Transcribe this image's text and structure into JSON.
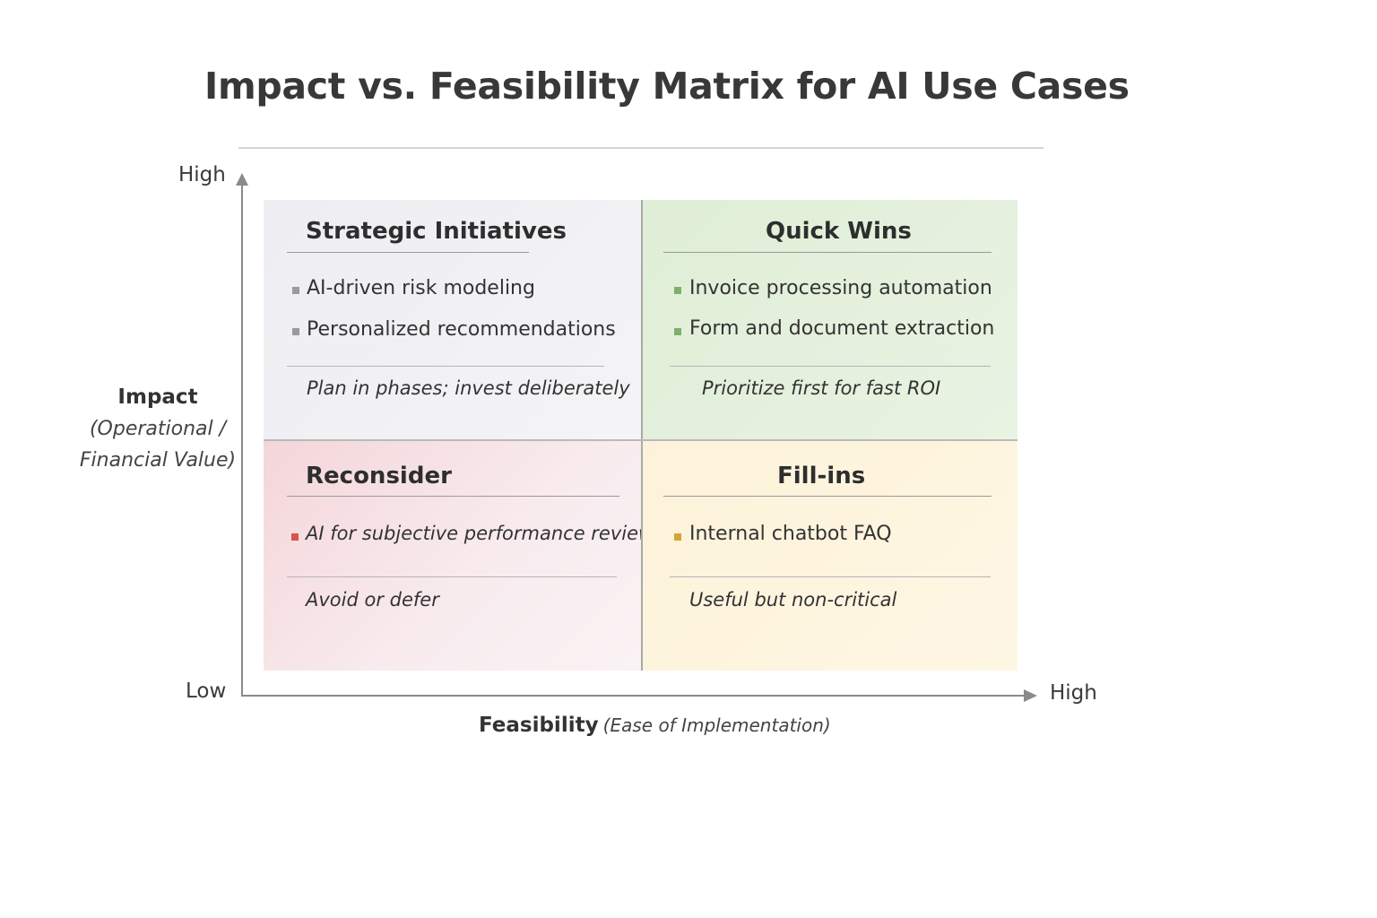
{
  "title": "Impact vs. Feasibility Matrix for AI Use Cases",
  "axes": {
    "y_high": "High",
    "y_low": "Low",
    "x_high": "High",
    "y_label": "Impact",
    "y_sublabel": "(Operational /\nFinancial Value)",
    "x_label": "Feasibility",
    "x_sublabel": "(Ease of Implementation)"
  },
  "quadrants": {
    "top_left": {
      "title": "Strategic Initiatives",
      "items": [
        "AI-driven risk modeling",
        "Personalized recommendations"
      ],
      "note": "Plan in phases; invest deliberately",
      "bullet_color": "#9a9a9a"
    },
    "top_right": {
      "title": "Quick Wins",
      "items": [
        "Invoice processing automation",
        "Form and document extraction"
      ],
      "note": "Prioritize first for fast ROI",
      "bullet_color": "#7fb069"
    },
    "bottom_left": {
      "title": "Reconsider",
      "items": [
        "AI for subjective performance reviews"
      ],
      "note": "Avoid or defer",
      "bullet_color": "#d9534f"
    },
    "bottom_right": {
      "title": "Fill-ins",
      "items": [
        "Internal chatbot FAQ"
      ],
      "note": "Useful but non-critical",
      "bullet_color": "#d4a437"
    }
  }
}
